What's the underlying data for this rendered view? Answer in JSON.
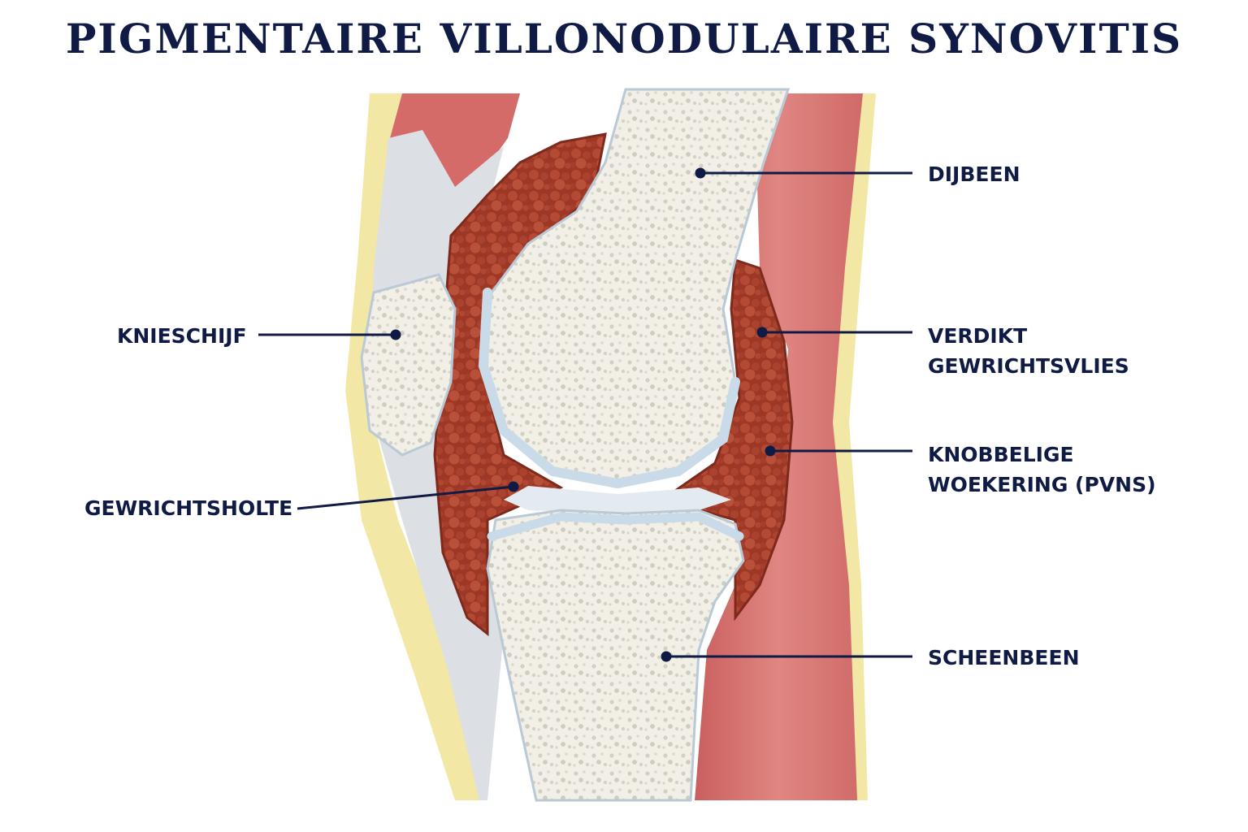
{
  "title": "PIGMENTAIRE VILLONODULAIRE SYNOVITIS",
  "labels": {
    "femur": "DIJBEEN",
    "patella": "KNIESCHIJF",
    "synovium_line1": "VERDIKT",
    "synovium_line2": "GEWRICHTSVLIES",
    "joint_cavity": "GEWRICHTSHOLTE",
    "nodular_line1": "KNOBBELIGE",
    "nodular_line2": "WOEKERING (PVNS)",
    "tibia": "SCHEENBEEN"
  },
  "colors": {
    "title": "#0f1a45",
    "fat": "#f3e7a6",
    "muscle": "#d9716f",
    "tendon": "#dcdfe4",
    "synovium": "#a33b2a",
    "bone": "#f1efe6",
    "cartilage": "#c9dbe8"
  }
}
